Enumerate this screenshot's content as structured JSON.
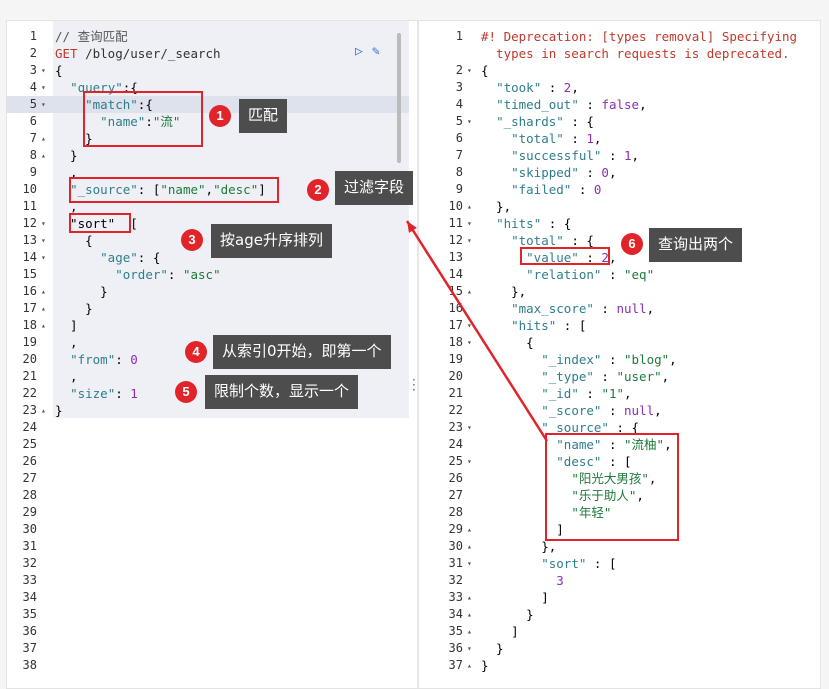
{
  "request": {
    "lines": [
      "// 查询匹配",
      "GET /blog/user/_search",
      "{",
      "  \"query\":{",
      "    \"match\":{",
      "      \"name\":\"流\"",
      "    }",
      "  }",
      "  ,",
      "  \"_source\": [\"name\",\"desc\"]",
      "  ,",
      "  \"sort\"  [",
      "    {",
      "      \"age\": {",
      "        \"order\": \"asc\"",
      "      }",
      "    }",
      "  ]",
      "  ,",
      "  \"from\": 0",
      "  ,",
      "  \"size\": 1",
      "}"
    ],
    "total_lines": 38
  },
  "response": {
    "lines": [
      "#! Deprecation: [types removal] Specifying",
      "  types in search requests is deprecated.",
      "{",
      "  \"took\" : 2,",
      "  \"timed_out\" : false,",
      "  \"_shards\" : {",
      "    \"total\" : 1,",
      "    \"successful\" : 1,",
      "    \"skipped\" : 0,",
      "    \"failed\" : 0",
      "  },",
      "  \"hits\" : {",
      "    \"total\" : {",
      "      \"value\" : 2,",
      "      \"relation\" : \"eq\"",
      "    },",
      "    \"max_score\" : null,",
      "    \"hits\" : [",
      "      {",
      "        \"_index\" : \"blog\",",
      "        \"_type\" : \"user\",",
      "        \"_id\" : \"1\",",
      "        \"_score\" : null,",
      "        \"_source\" : {",
      "          \"name\" : \"流柚\",",
      "          \"desc\" : [",
      "            \"阳光大男孩\",",
      "            \"乐于助人\",",
      "            \"年轻\"",
      "          ]",
      "        },",
      "        \"sort\" : [",
      "          3",
      "        ]",
      "      }",
      "    ]",
      "  }",
      "}"
    ]
  },
  "annotations": [
    {
      "num": "1",
      "text": "匹配"
    },
    {
      "num": "2",
      "text": "过滤字段"
    },
    {
      "num": "3",
      "text": "按age升序排列"
    },
    {
      "num": "4",
      "text": "从索引0开始，即第一个"
    },
    {
      "num": "5",
      "text": "限制个数，显示一个"
    },
    {
      "num": "6",
      "text": "查询出两个"
    }
  ],
  "toolbar": {
    "run_icon": "play-icon",
    "settings_icon": "wrench-icon"
  },
  "colors": {
    "highlight": "#e0242a",
    "tooltip": "#4d4d4d",
    "key": "#2f7d8c",
    "string": "#1e7a3a",
    "method": "#c0392b"
  }
}
